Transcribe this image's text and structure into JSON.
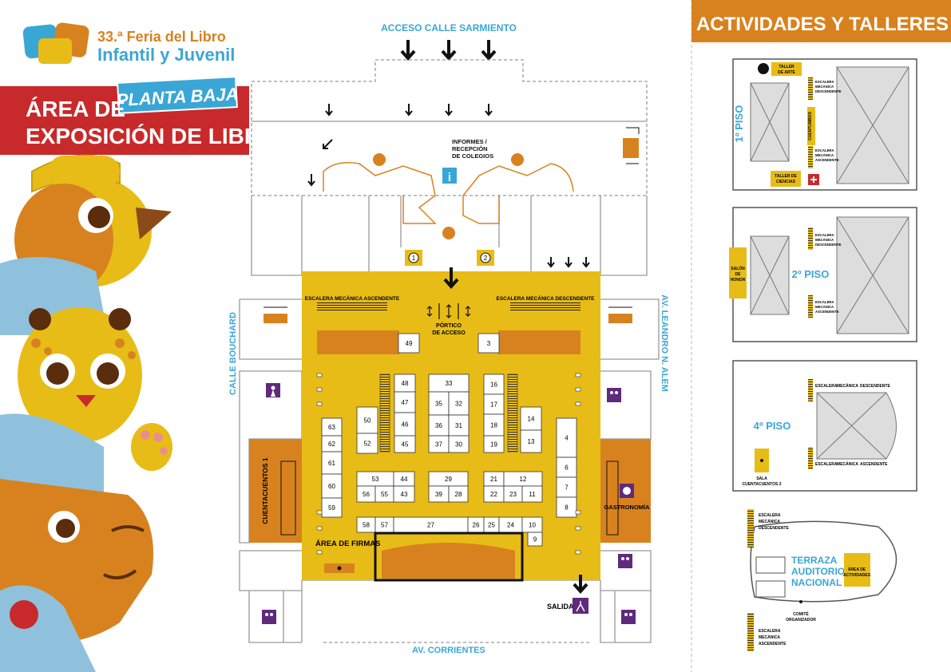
{
  "logo": {
    "line1": "33.ª Feria del Libro",
    "line2": "Infantil y Juvenil"
  },
  "area": {
    "tag": "PLANTA BAJA",
    "title1": "ÁREA DE",
    "title2": "EXPOSICIÓN DE LIBROS"
  },
  "streets": {
    "north": "ACCESO CALLE SARMIENTO",
    "south": "AV. CORRIENTES",
    "west": "CALLE BOUCHARD",
    "east": "AV. LEANDRO N. ALEM"
  },
  "labels": {
    "informes": "INFORMES /",
    "recepcion": "RECEPCIÓN",
    "colegios": "DE COLEGIOS",
    "escalera_asc": "ESCALERA MECÁNICA ASCENDENTE",
    "escalera_desc": "ESCALERA MECÁNICA DESCENDENTE",
    "portico1": "PÓRTICO",
    "portico2": "DE ACCESO",
    "cuentacuentos": "CUENTACUENTOS 1",
    "gastronomia": "GASTRONOMÍA",
    "area_firmas": "ÁREA DE FIRMAS",
    "salida": "SALIDA",
    "info_icon": "i",
    "door1": "1",
    "door2": "2"
  },
  "stands": [
    {
      "id": "49"
    },
    {
      "id": "3"
    },
    {
      "id": "48"
    },
    {
      "id": "47"
    },
    {
      "id": "46"
    },
    {
      "id": "45"
    },
    {
      "id": "33"
    },
    {
      "id": "35"
    },
    {
      "id": "32"
    },
    {
      "id": "36"
    },
    {
      "id": "31"
    },
    {
      "id": "37"
    },
    {
      "id": "30"
    },
    {
      "id": "16"
    },
    {
      "id": "17"
    },
    {
      "id": "18"
    },
    {
      "id": "19"
    },
    {
      "id": "14"
    },
    {
      "id": "13"
    },
    {
      "id": "50"
    },
    {
      "id": "52"
    },
    {
      "id": "63"
    },
    {
      "id": "62"
    },
    {
      "id": "61"
    },
    {
      "id": "60"
    },
    {
      "id": "59"
    },
    {
      "id": "4"
    },
    {
      "id": "6"
    },
    {
      "id": "7"
    },
    {
      "id": "8"
    },
    {
      "id": "53"
    },
    {
      "id": "44"
    },
    {
      "id": "56"
    },
    {
      "id": "55"
    },
    {
      "id": "43"
    },
    {
      "id": "29"
    },
    {
      "id": "39"
    },
    {
      "id": "28"
    },
    {
      "id": "21"
    },
    {
      "id": "12"
    },
    {
      "id": "22"
    },
    {
      "id": "23"
    },
    {
      "id": "11"
    },
    {
      "id": "58"
    },
    {
      "id": "57"
    },
    {
      "id": "27"
    },
    {
      "id": "26"
    },
    {
      "id": "25"
    },
    {
      "id": "24"
    },
    {
      "id": "10"
    },
    {
      "id": "9"
    }
  ],
  "activities": {
    "header": "ACTIVIDADES Y TALLERES",
    "floor1": {
      "name": "1º PISO",
      "taller_arte1": "TALLER",
      "taller_arte2": "DE ARTE",
      "cuentumbos": "CUENTUMBOS",
      "taller_ciencias1": "TALLER DE",
      "taller_ciencias2": "CIENCIAS"
    },
    "floor2": {
      "name": "2º PISO",
      "salon1": "SALÓN",
      "salon2": "DE",
      "salon3": "HONOR"
    },
    "floor4": {
      "name": "4º PISO",
      "sala1": "SALA",
      "sala2": "CUENTACUENTOS 2"
    },
    "escalera_small": {
      "l1": "ESCALERA",
      "l2": "MECÁNICA",
      "asc": "ASCENDENTE",
      "desc": "DESCENDENTE"
    },
    "terraza": {
      "t1": "TERRAZA",
      "t2": "AUDITORIO",
      "t3": "NACIONAL",
      "area1": "ÁREA DE",
      "area2": "ACTIVIDADES",
      "comite1": "COMITÉ",
      "comite2": "ORGANIZADOR"
    }
  },
  "colors": {
    "orange": "#d8821f",
    "yellow": "#e8bc17",
    "red": "#c8292b",
    "blue": "#3aa6d6",
    "purple": "#5f2a7d",
    "grey": "#888888"
  }
}
